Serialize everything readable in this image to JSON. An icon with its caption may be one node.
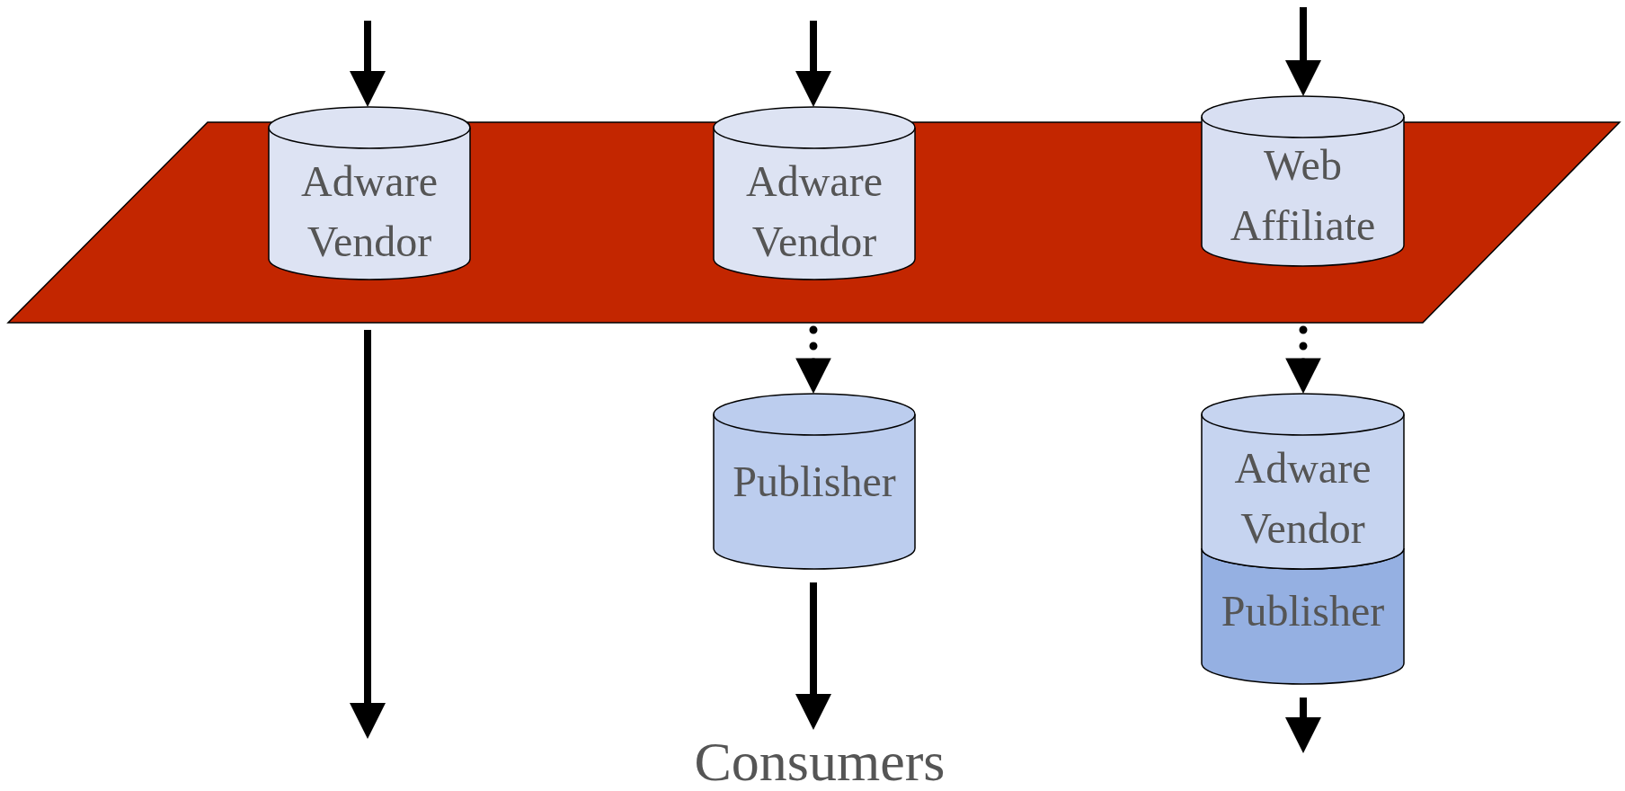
{
  "diagram": {
    "nodes": [
      {
        "text": [],
        "shape": "parallelogram"
      },
      {
        "text": [
          "Adware Vendor"
        ],
        "in": 0
      },
      {
        "text": [
          "Adware Vendor"
        ],
        "in": 0
      },
      {
        "text": [
          "Web Affiliate"
        ],
        "in": 0
      },
      {
        "text": [
          "Publisher"
        ]
      },
      {
        "text": [
          "Adware Vendor"
        ]
      },
      {
        "text": [
          "Publisher"
        ]
      },
      {
        "text": [
          "Consumers"
        ]
      }
    ],
    "edges": [
      {
        "from": null,
        "to": 1,
        "arrow": "to"
      },
      {
        "from": null,
        "to": 2,
        "arrow": "to"
      },
      {
        "from": null,
        "to": 3,
        "arrow": "to"
      },
      {
        "from": 0,
        "to": null,
        "arrow": "to"
      },
      {
        "from": 0,
        "to": 4,
        "arrow": "to",
        "style": "dashed"
      },
      {
        "from": 0,
        "to": 5,
        "arrow": "to",
        "style": "dashed"
      },
      {
        "from": 4,
        "to": 7,
        "arrow": "to"
      },
      {
        "from": 6,
        "to": null,
        "arrow": "to"
      }
    ]
  }
}
